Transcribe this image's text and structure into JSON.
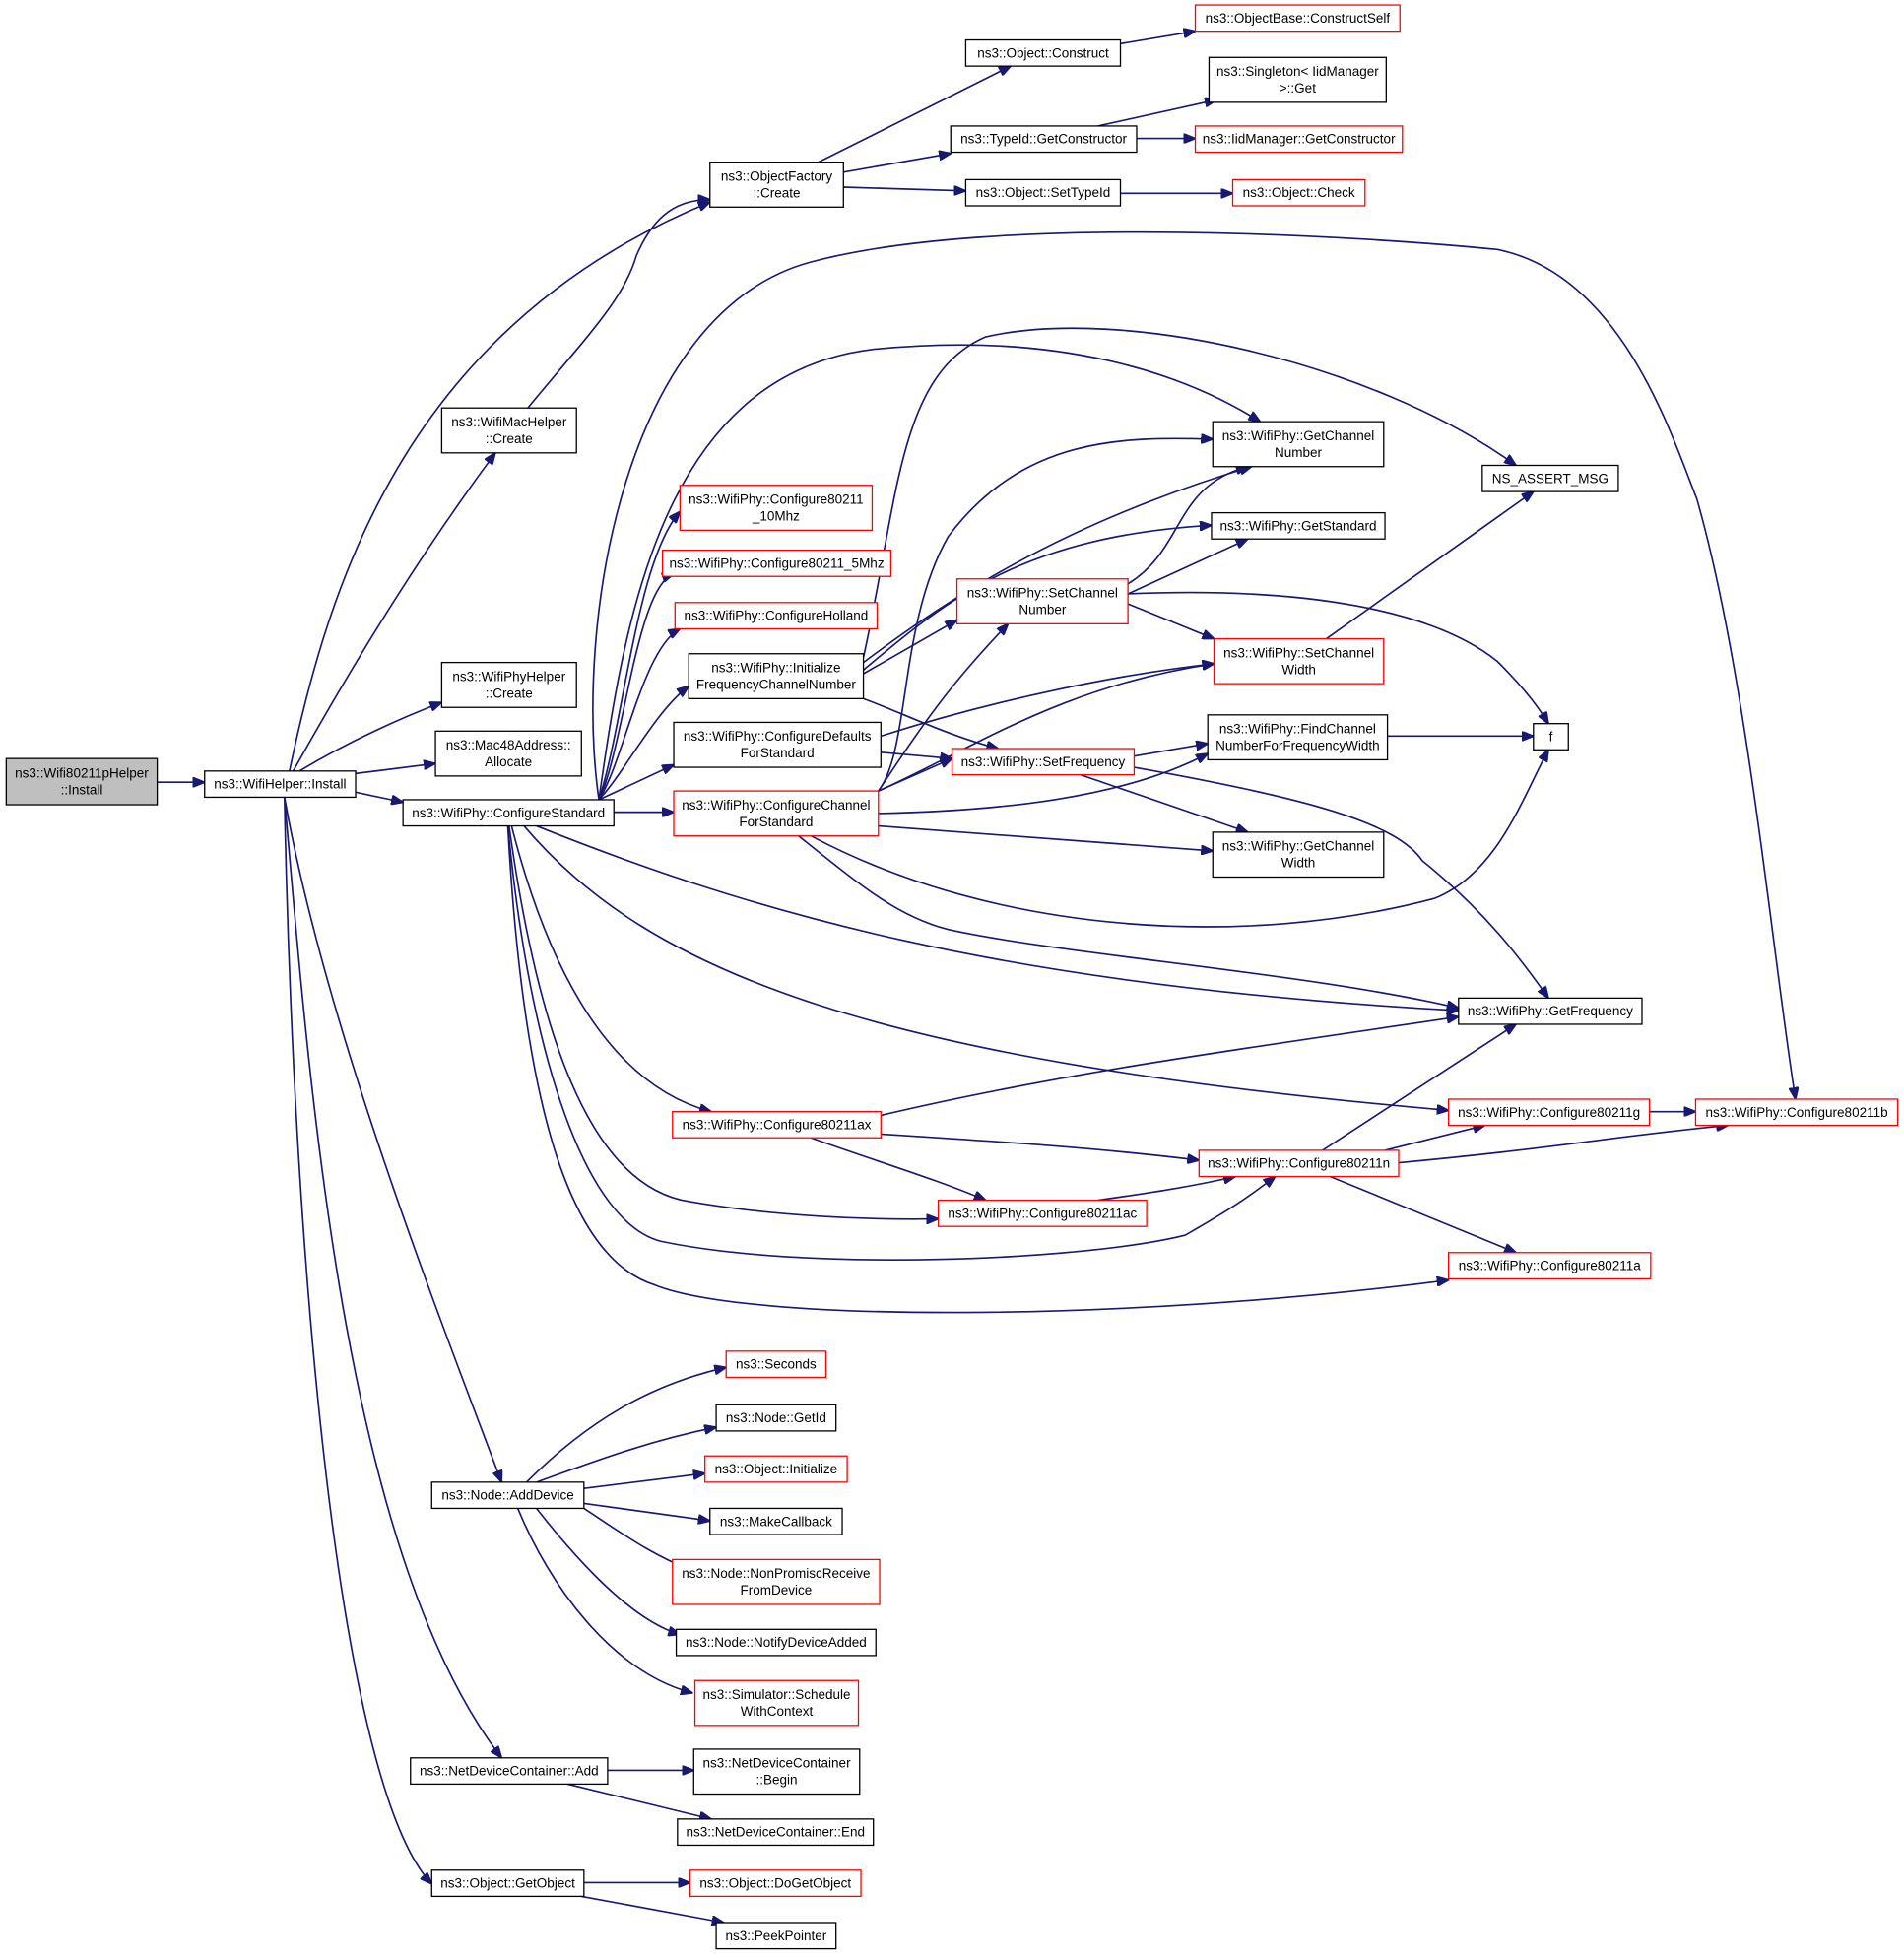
{
  "nodes": [
    {
      "id": "root",
      "lines": [
        "ns3::Wifi80211pHelper",
        "::Install"
      ],
      "red": false,
      "root": true
    },
    {
      "id": "wifihelper_install",
      "lines": [
        "ns3::WifiHelper::Install"
      ],
      "red": false
    },
    {
      "id": "wifimachelper_create",
      "lines": [
        "ns3::WifiMacHelper",
        "::Create"
      ],
      "red": false
    },
    {
      "id": "wifiphyhelper_create",
      "lines": [
        "ns3::WifiPhyHelper",
        "::Create"
      ],
      "red": false
    },
    {
      "id": "mac48_allocate",
      "lines": [
        "ns3::Mac48Address::",
        "Allocate"
      ],
      "red": false
    },
    {
      "id": "configurestandard",
      "lines": [
        "ns3::WifiPhy::ConfigureStandard"
      ],
      "red": false
    },
    {
      "id": "node_adddevice",
      "lines": [
        "ns3::Node::AddDevice"
      ],
      "red": false
    },
    {
      "id": "ndc_add",
      "lines": [
        "ns3::NetDeviceContainer::Add"
      ],
      "red": false
    },
    {
      "id": "object_getobject",
      "lines": [
        "ns3::Object::GetObject"
      ],
      "red": false
    },
    {
      "id": "objectfactory_create",
      "lines": [
        "ns3::ObjectFactory",
        "::Create"
      ],
      "red": false
    },
    {
      "id": "object_construct",
      "lines": [
        "ns3::Object::Construct"
      ],
      "red": false
    },
    {
      "id": "objectbase_constructself",
      "lines": [
        "ns3::ObjectBase::ConstructSelf"
      ],
      "red": true
    },
    {
      "id": "singleton_get",
      "lines": [
        "ns3::Singleton< IidManager",
        ">::Get"
      ],
      "red": false
    },
    {
      "id": "typeid_getconstructor",
      "lines": [
        "ns3::TypeId::GetConstructor"
      ],
      "red": false
    },
    {
      "id": "iidmanager_getconstructor",
      "lines": [
        "ns3::IidManager::GetConstructor"
      ],
      "red": true
    },
    {
      "id": "object_settypeid",
      "lines": [
        "ns3::Object::SetTypeId"
      ],
      "red": false
    },
    {
      "id": "object_check",
      "lines": [
        "ns3::Object::Check"
      ],
      "red": true
    },
    {
      "id": "cfg_10mhz",
      "lines": [
        "ns3::WifiPhy::Configure80211",
        "_10Mhz"
      ],
      "red": true
    },
    {
      "id": "cfg_5mhz",
      "lines": [
        "ns3::WifiPhy::Configure80211_5Mhz"
      ],
      "red": true
    },
    {
      "id": "cfg_holland",
      "lines": [
        "ns3::WifiPhy::ConfigureHolland"
      ],
      "red": true
    },
    {
      "id": "init_freqchan",
      "lines": [
        "ns3::WifiPhy::Initialize",
        "FrequencyChannelNumber"
      ],
      "red": false
    },
    {
      "id": "cfg_defaults",
      "lines": [
        "ns3::WifiPhy::ConfigureDefaults",
        "ForStandard"
      ],
      "red": false
    },
    {
      "id": "cfg_channel",
      "lines": [
        "ns3::WifiPhy::ConfigureChannel",
        "ForStandard"
      ],
      "red": true
    },
    {
      "id": "get_channel_number",
      "lines": [
        "ns3::WifiPhy::GetChannel",
        "Number"
      ],
      "red": false
    },
    {
      "id": "get_standard",
      "lines": [
        "ns3::WifiPhy::GetStandard"
      ],
      "red": false
    },
    {
      "id": "set_channel_number",
      "lines": [
        "ns3::WifiPhy::SetChannel",
        "Number"
      ],
      "red": true
    },
    {
      "id": "set_channel_width",
      "lines": [
        "ns3::WifiPhy::SetChannel",
        "Width"
      ],
      "red": true
    },
    {
      "id": "set_frequency",
      "lines": [
        "ns3::WifiPhy::SetFrequency"
      ],
      "red": true
    },
    {
      "id": "find_channel",
      "lines": [
        "ns3::WifiPhy::FindChannel",
        "NumberForFrequencyWidth"
      ],
      "red": false
    },
    {
      "id": "get_channel_width",
      "lines": [
        "ns3::WifiPhy::GetChannel",
        "Width"
      ],
      "red": false
    },
    {
      "id": "ns_assert_msg",
      "lines": [
        "NS_ASSERT_MSG"
      ],
      "red": false
    },
    {
      "id": "f",
      "lines": [
        "f"
      ],
      "red": false
    },
    {
      "id": "get_frequency",
      "lines": [
        "ns3::WifiPhy::GetFrequency"
      ],
      "red": false
    },
    {
      "id": "cfg_ax",
      "lines": [
        "ns3::WifiPhy::Configure80211ax"
      ],
      "red": true
    },
    {
      "id": "cfg_ac",
      "lines": [
        "ns3::WifiPhy::Configure80211ac"
      ],
      "red": true
    },
    {
      "id": "cfg_n",
      "lines": [
        "ns3::WifiPhy::Configure80211n"
      ],
      "red": true
    },
    {
      "id": "cfg_g",
      "lines": [
        "ns3::WifiPhy::Configure80211g"
      ],
      "red": true
    },
    {
      "id": "cfg_b",
      "lines": [
        "ns3::WifiPhy::Configure80211b"
      ],
      "red": true
    },
    {
      "id": "cfg_a",
      "lines": [
        "ns3::WifiPhy::Configure80211a"
      ],
      "red": true
    },
    {
      "id": "seconds",
      "lines": [
        "ns3::Seconds"
      ],
      "red": true
    },
    {
      "id": "node_getid",
      "lines": [
        "ns3::Node::GetId"
      ],
      "red": false
    },
    {
      "id": "object_initialize",
      "lines": [
        "ns3::Object::Initialize"
      ],
      "red": true
    },
    {
      "id": "makecallback",
      "lines": [
        "ns3::MakeCallback"
      ],
      "red": false
    },
    {
      "id": "node_nonpromisc",
      "lines": [
        "ns3::Node::NonPromiscReceive",
        "FromDevice"
      ],
      "red": true
    },
    {
      "id": "node_notify",
      "lines": [
        "ns3::Node::NotifyDeviceAdded"
      ],
      "red": false
    },
    {
      "id": "sim_schedule",
      "lines": [
        "ns3::Simulator::Schedule",
        "WithContext"
      ],
      "red": true
    },
    {
      "id": "ndc_begin",
      "lines": [
        "ns3::NetDeviceContainer",
        "::Begin"
      ],
      "red": false
    },
    {
      "id": "ndc_end",
      "lines": [
        "ns3::NetDeviceContainer::End"
      ],
      "red": false
    },
    {
      "id": "object_dogetobject",
      "lines": [
        "ns3::Object::DoGetObject"
      ],
      "red": true
    },
    {
      "id": "peekpointer",
      "lines": [
        "ns3::PeekPointer"
      ],
      "red": false
    }
  ],
  "edges": [
    [
      "root",
      "wifihelper_install"
    ],
    [
      "wifihelper_install",
      "objectfactory_create"
    ],
    [
      "wifihelper_install",
      "wifimachelper_create"
    ],
    [
      "wifihelper_install",
      "wifiphyhelper_create"
    ],
    [
      "wifihelper_install",
      "mac48_allocate"
    ],
    [
      "wifihelper_install",
      "configurestandard"
    ],
    [
      "wifihelper_install",
      "node_adddevice"
    ],
    [
      "wifihelper_install",
      "ndc_add"
    ],
    [
      "wifihelper_install",
      "object_getobject"
    ],
    [
      "wifimachelper_create",
      "objectfactory_create"
    ],
    [
      "objectfactory_create",
      "object_construct"
    ],
    [
      "objectfactory_create",
      "typeid_getconstructor"
    ],
    [
      "objectfactory_create",
      "object_settypeid"
    ],
    [
      "object_construct",
      "objectbase_constructself"
    ],
    [
      "typeid_getconstructor",
      "singleton_get"
    ],
    [
      "typeid_getconstructor",
      "iidmanager_getconstructor"
    ],
    [
      "object_settypeid",
      "object_check"
    ],
    [
      "configurestandard",
      "cfg_b"
    ],
    [
      "configurestandard",
      "get_channel_number"
    ],
    [
      "configurestandard",
      "cfg_10mhz"
    ],
    [
      "configurestandard",
      "cfg_5mhz"
    ],
    [
      "configurestandard",
      "cfg_holland"
    ],
    [
      "configurestandard",
      "init_freqchan"
    ],
    [
      "configurestandard",
      "cfg_defaults"
    ],
    [
      "configurestandard",
      "cfg_channel"
    ],
    [
      "configurestandard",
      "get_frequency"
    ],
    [
      "configurestandard",
      "cfg_g"
    ],
    [
      "configurestandard",
      "cfg_ax"
    ],
    [
      "configurestandard",
      "cfg_ac"
    ],
    [
      "configurestandard",
      "cfg_n"
    ],
    [
      "configurestandard",
      "cfg_a"
    ],
    [
      "init_freqchan",
      "ns_assert_msg"
    ],
    [
      "init_freqchan",
      "get_channel_number"
    ],
    [
      "init_freqchan",
      "get_standard"
    ],
    [
      "init_freqchan",
      "set_channel_number"
    ],
    [
      "init_freqchan",
      "set_frequency"
    ],
    [
      "cfg_defaults",
      "set_channel_width"
    ],
    [
      "cfg_defaults",
      "set_frequency"
    ],
    [
      "cfg_channel",
      "get_channel_number"
    ],
    [
      "cfg_channel",
      "set_channel_number"
    ],
    [
      "cfg_channel",
      "set_channel_width"
    ],
    [
      "cfg_channel",
      "set_frequency"
    ],
    [
      "cfg_channel",
      "find_channel"
    ],
    [
      "cfg_channel",
      "get_channel_width"
    ],
    [
      "cfg_channel",
      "f"
    ],
    [
      "cfg_channel",
      "get_frequency"
    ],
    [
      "set_channel_number",
      "get_channel_number"
    ],
    [
      "set_channel_number",
      "get_standard"
    ],
    [
      "set_channel_number",
      "set_channel_width"
    ],
    [
      "set_channel_number",
      "f"
    ],
    [
      "set_channel_width",
      "ns_assert_msg"
    ],
    [
      "set_frequency",
      "find_channel"
    ],
    [
      "set_frequency",
      "get_channel_width"
    ],
    [
      "set_frequency",
      "get_frequency"
    ],
    [
      "find_channel",
      "f"
    ],
    [
      "cfg_ax",
      "get_frequency"
    ],
    [
      "cfg_ax",
      "cfg_n"
    ],
    [
      "cfg_ax",
      "cfg_ac"
    ],
    [
      "cfg_ac",
      "cfg_n"
    ],
    [
      "cfg_n",
      "get_frequency"
    ],
    [
      "cfg_n",
      "cfg_g"
    ],
    [
      "cfg_n",
      "cfg_b"
    ],
    [
      "cfg_n",
      "cfg_a"
    ],
    [
      "cfg_g",
      "cfg_b"
    ],
    [
      "node_adddevice",
      "seconds"
    ],
    [
      "node_adddevice",
      "node_getid"
    ],
    [
      "node_adddevice",
      "object_initialize"
    ],
    [
      "node_adddevice",
      "makecallback"
    ],
    [
      "node_adddevice",
      "node_nonpromisc"
    ],
    [
      "node_adddevice",
      "node_notify"
    ],
    [
      "node_adddevice",
      "sim_schedule"
    ],
    [
      "ndc_add",
      "ndc_begin"
    ],
    [
      "ndc_add",
      "ndc_end"
    ],
    [
      "object_getobject",
      "object_dogetobject"
    ],
    [
      "object_getobject",
      "peekpointer"
    ]
  ]
}
